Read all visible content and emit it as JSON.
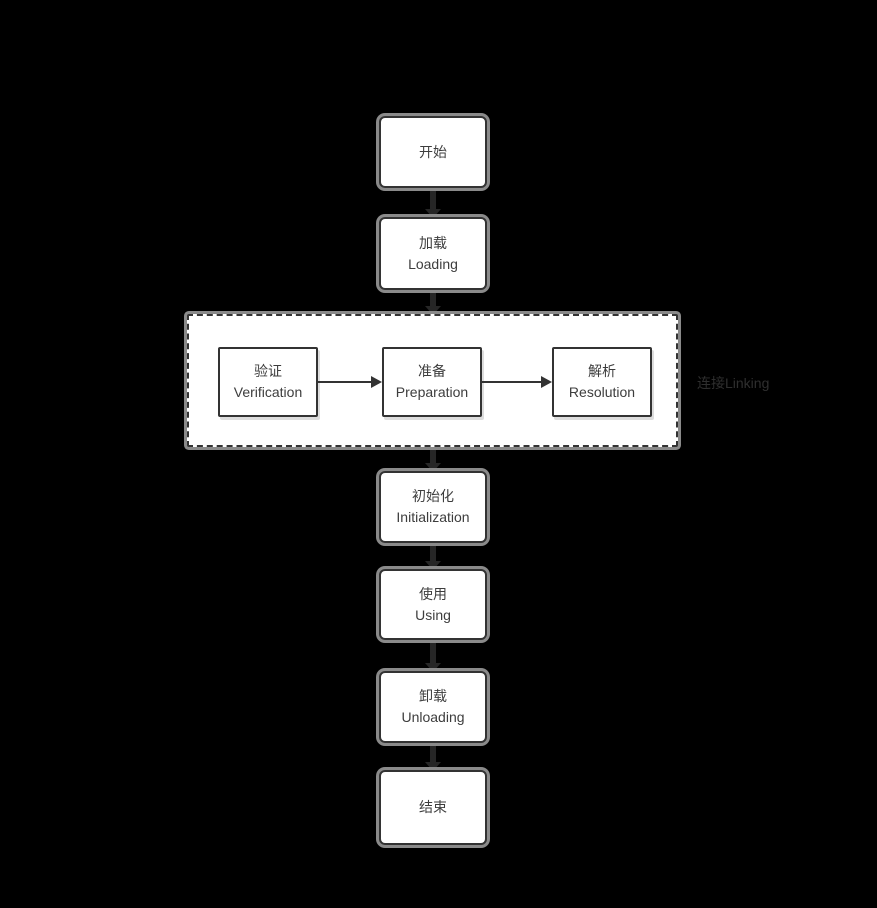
{
  "diagram": {
    "colors": {
      "background_color": "#000000",
      "node_fill": "#ffffff",
      "node_border_color": "#333333",
      "node_text_color": "#3d3d3d",
      "halo_color": "#8a8a8a",
      "connector_color": "#262626",
      "arrow_color": "#333333",
      "linking_label_color": "#2f2f2f"
    },
    "linking_label": "连接Linking",
    "nodes": {
      "start": {
        "zh": "开始"
      },
      "loading": {
        "zh": "加载",
        "en": "Loading"
      },
      "verification": {
        "zh": "验证",
        "en": "Verification"
      },
      "preparation": {
        "zh": "准备",
        "en": "Preparation"
      },
      "resolution": {
        "zh": "解析",
        "en": "Resolution"
      },
      "initialization": {
        "zh": "初始化",
        "en": "Initialization"
      },
      "using": {
        "zh": "使用",
        "en": "Using"
      },
      "unloading": {
        "zh": "卸载",
        "en": "Unloading"
      },
      "end": {
        "zh": "结束"
      }
    }
  }
}
